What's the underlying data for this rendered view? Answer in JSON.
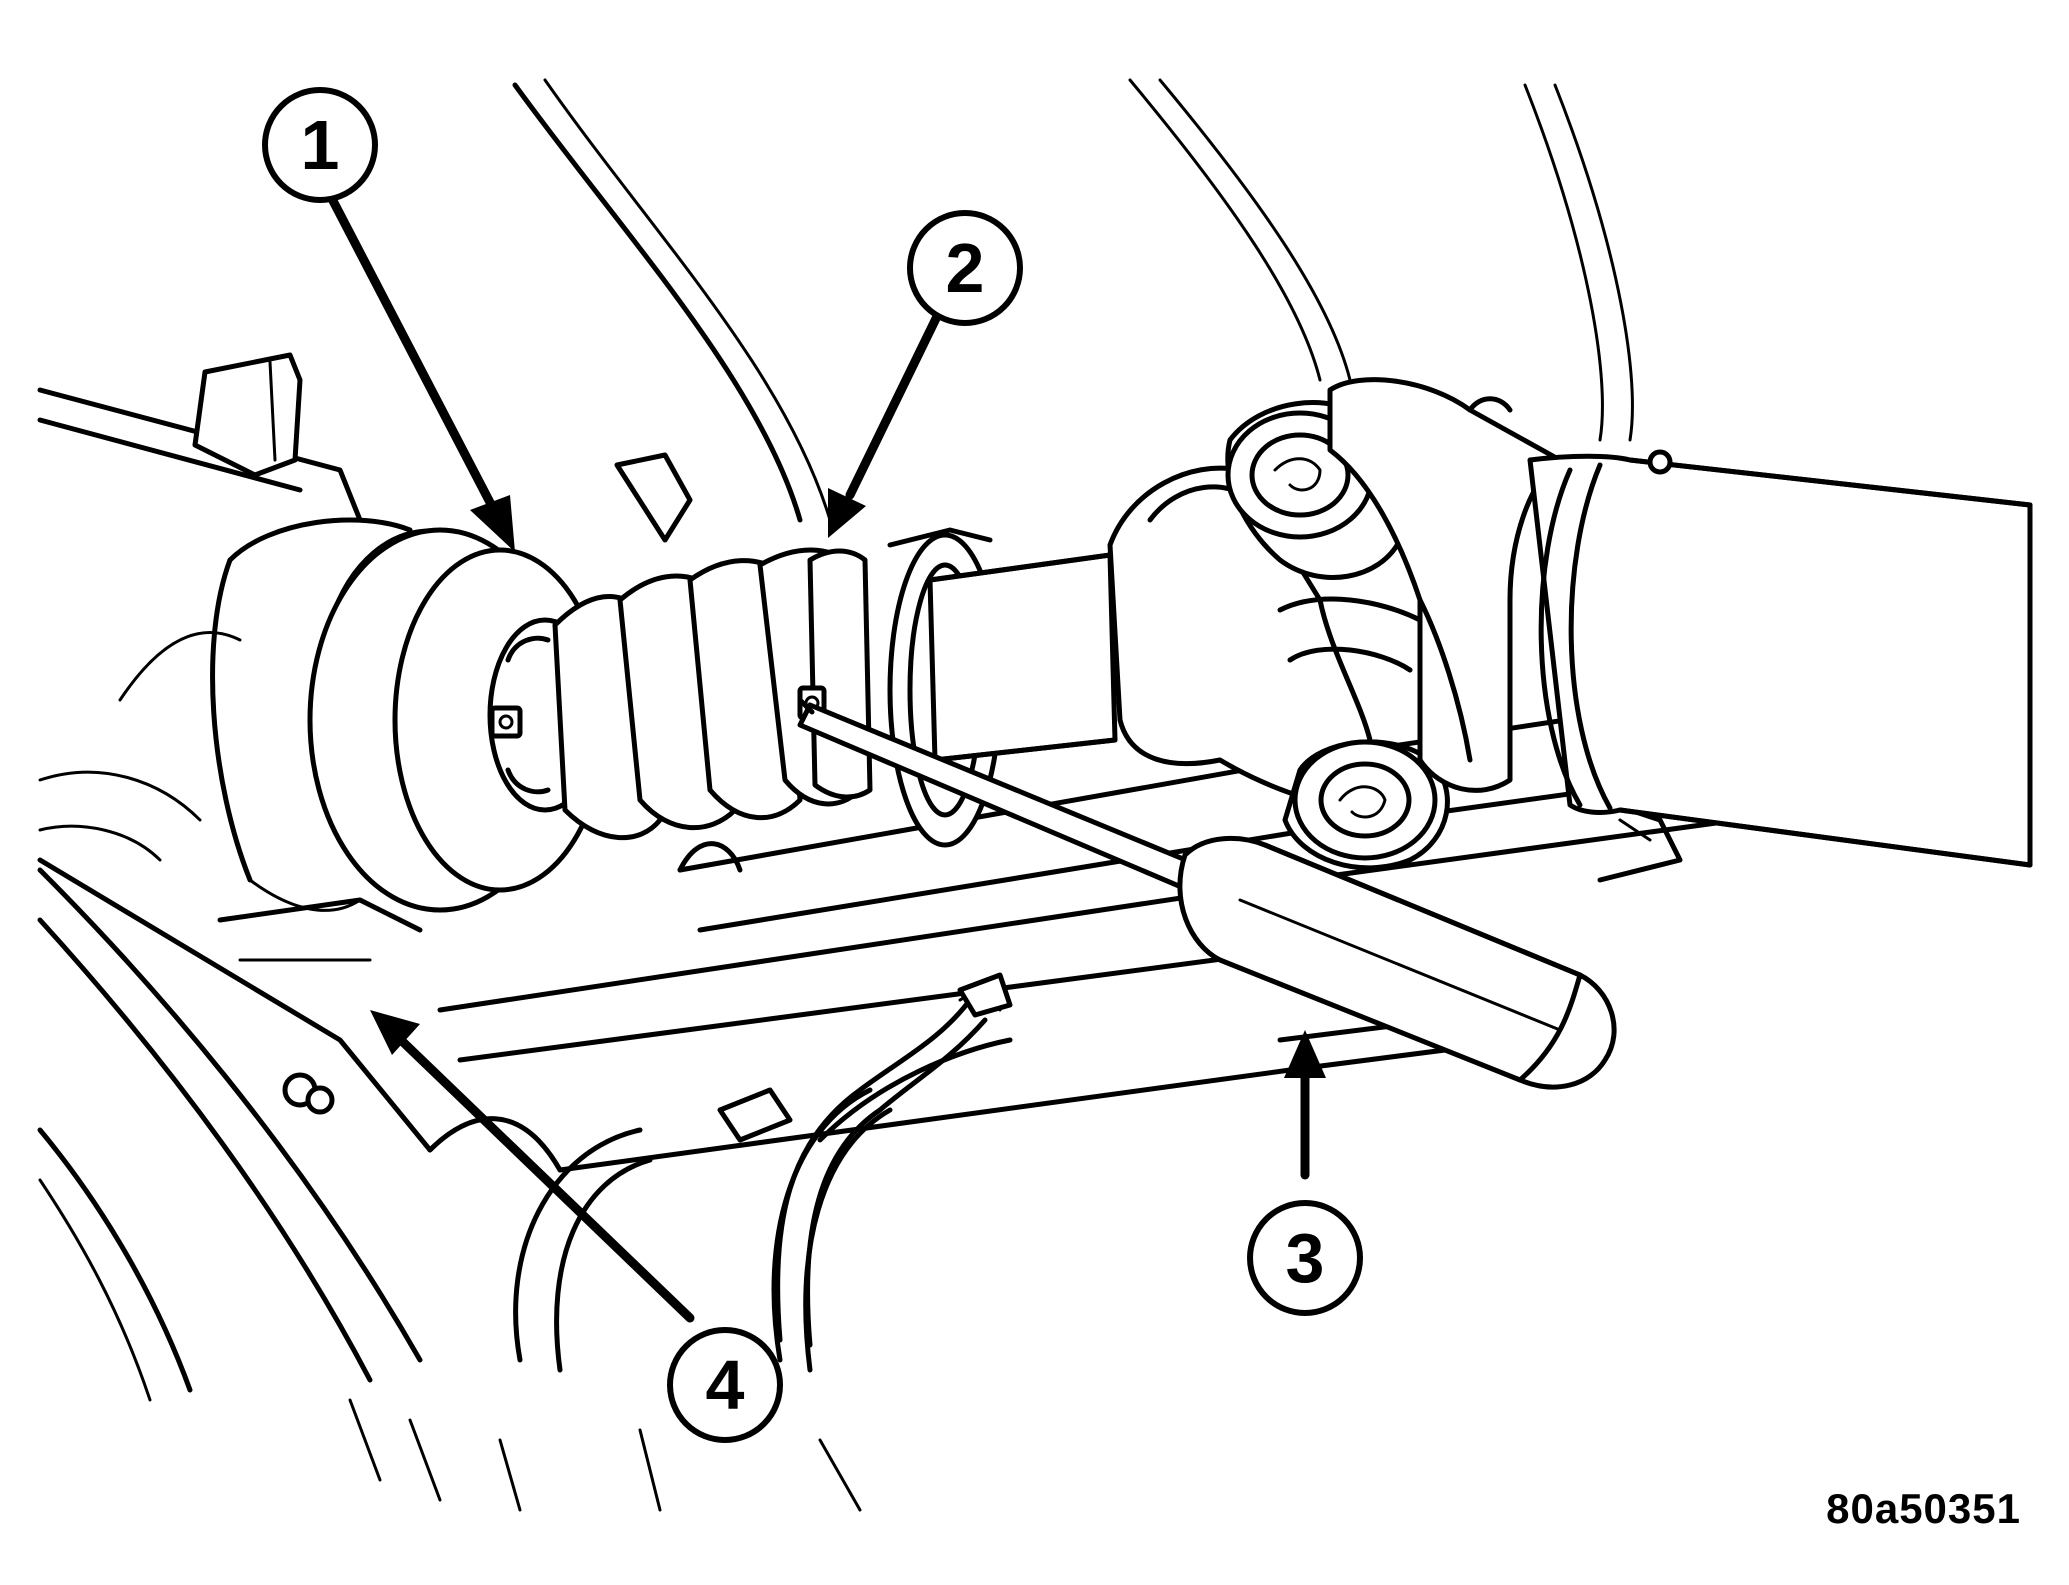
{
  "callouts": [
    {
      "id": "1",
      "label": "1"
    },
    {
      "id": "2",
      "label": "2"
    },
    {
      "id": "3",
      "label": "3"
    },
    {
      "id": "4",
      "label": "4"
    }
  ],
  "figure_id": "80a50351",
  "colors": {
    "ink": "#000000",
    "paper": "#ffffff"
  }
}
